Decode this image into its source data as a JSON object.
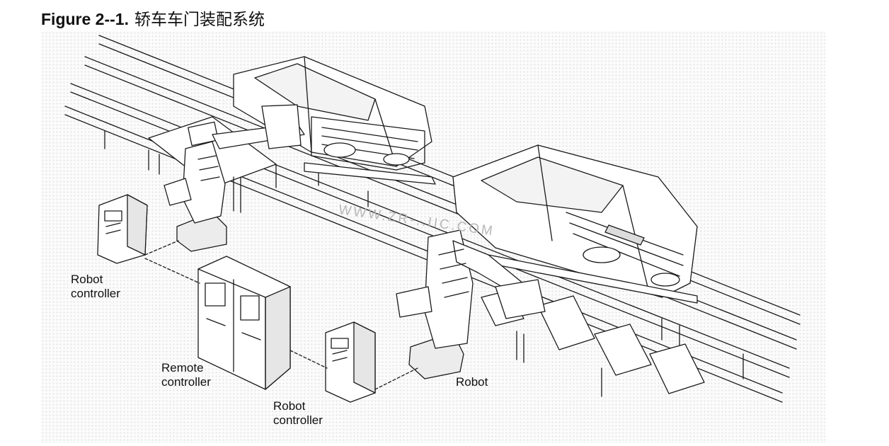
{
  "figure": {
    "number": "Figure 2--1.",
    "caption": "轿车车门装配系统"
  },
  "labels": {
    "robot_controller_left": [
      "Robot",
      "controller"
    ],
    "remote_controller": [
      "Remote",
      "controller"
    ],
    "robot_controller_bottom": [
      "Robot",
      "controller"
    ],
    "robot": "Robot"
  },
  "watermark": "WWW.ZR-..IIC.COM",
  "colors": {
    "line": "#1a1a1a",
    "fill": "#ffffff",
    "shade": "#dcdcdc",
    "background_dots": "#e2e2e2"
  }
}
